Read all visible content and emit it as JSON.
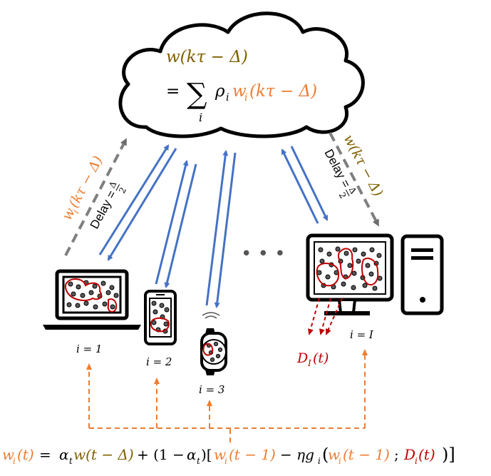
{
  "cloud": {
    "line1": "w(kτ − Δ)",
    "line2_eq": "= ",
    "line2_sum": "∑",
    "line2_sub": "i",
    "line2_rho": "ρ",
    "line2_rho_sub": "i",
    "line2_w": "w",
    "line2_w_sub": "i",
    "line2_arg": "(kτ − Δ)"
  },
  "left_link": {
    "weight_w": "w",
    "weight_sub": "i",
    "weight_arg": "(kτ − Δ)",
    "delay": "Delay = ",
    "delay_frac_num": "Δ",
    "delay_frac_den": "2"
  },
  "right_link": {
    "weight": "w(kτ − Δ)",
    "delay": "Delay = ",
    "delay_frac_num": "Δ",
    "delay_frac_den": "2"
  },
  "ellipsis": "• • •",
  "clients": [
    {
      "label": "i = 1"
    },
    {
      "label": "i = 2"
    },
    {
      "label": "i = 3"
    },
    {
      "label": "i = I"
    }
  ],
  "dataset_label": {
    "d": "D",
    "sub": "I",
    "arg": "(t)"
  },
  "update_rule": {
    "lhs_w": "w",
    "lhs_sub": "i",
    "lhs_arg": "(t)",
    "eq": " = ",
    "alpha": "α",
    "alpha_sub": "t",
    "gw": "w(t − Δ)",
    "mid": " + (1 − ",
    "alpha2": "α",
    "alpha2_sub": "t",
    "close": ")[",
    "w2": "w",
    "w2_sub": "i",
    "w2_arg": "(t − 1)",
    "minus": " − ηg",
    "g_sub": "i",
    "open": "(",
    "w3": "w",
    "w3_sub": "i",
    "w3_arg": "(t − 1)",
    "semi": "; ",
    "d": "D",
    "d_sub": "i",
    "d_arg": "(t)",
    "end": ")]"
  },
  "colors": {
    "global_model": "#7f6000",
    "local_model": "#ed7d31",
    "dataset": "#c00000",
    "uplink_arrow": "#4472c4",
    "dashed_arrow": "#7f7f7f",
    "update_arrow": "#ed7d31"
  }
}
